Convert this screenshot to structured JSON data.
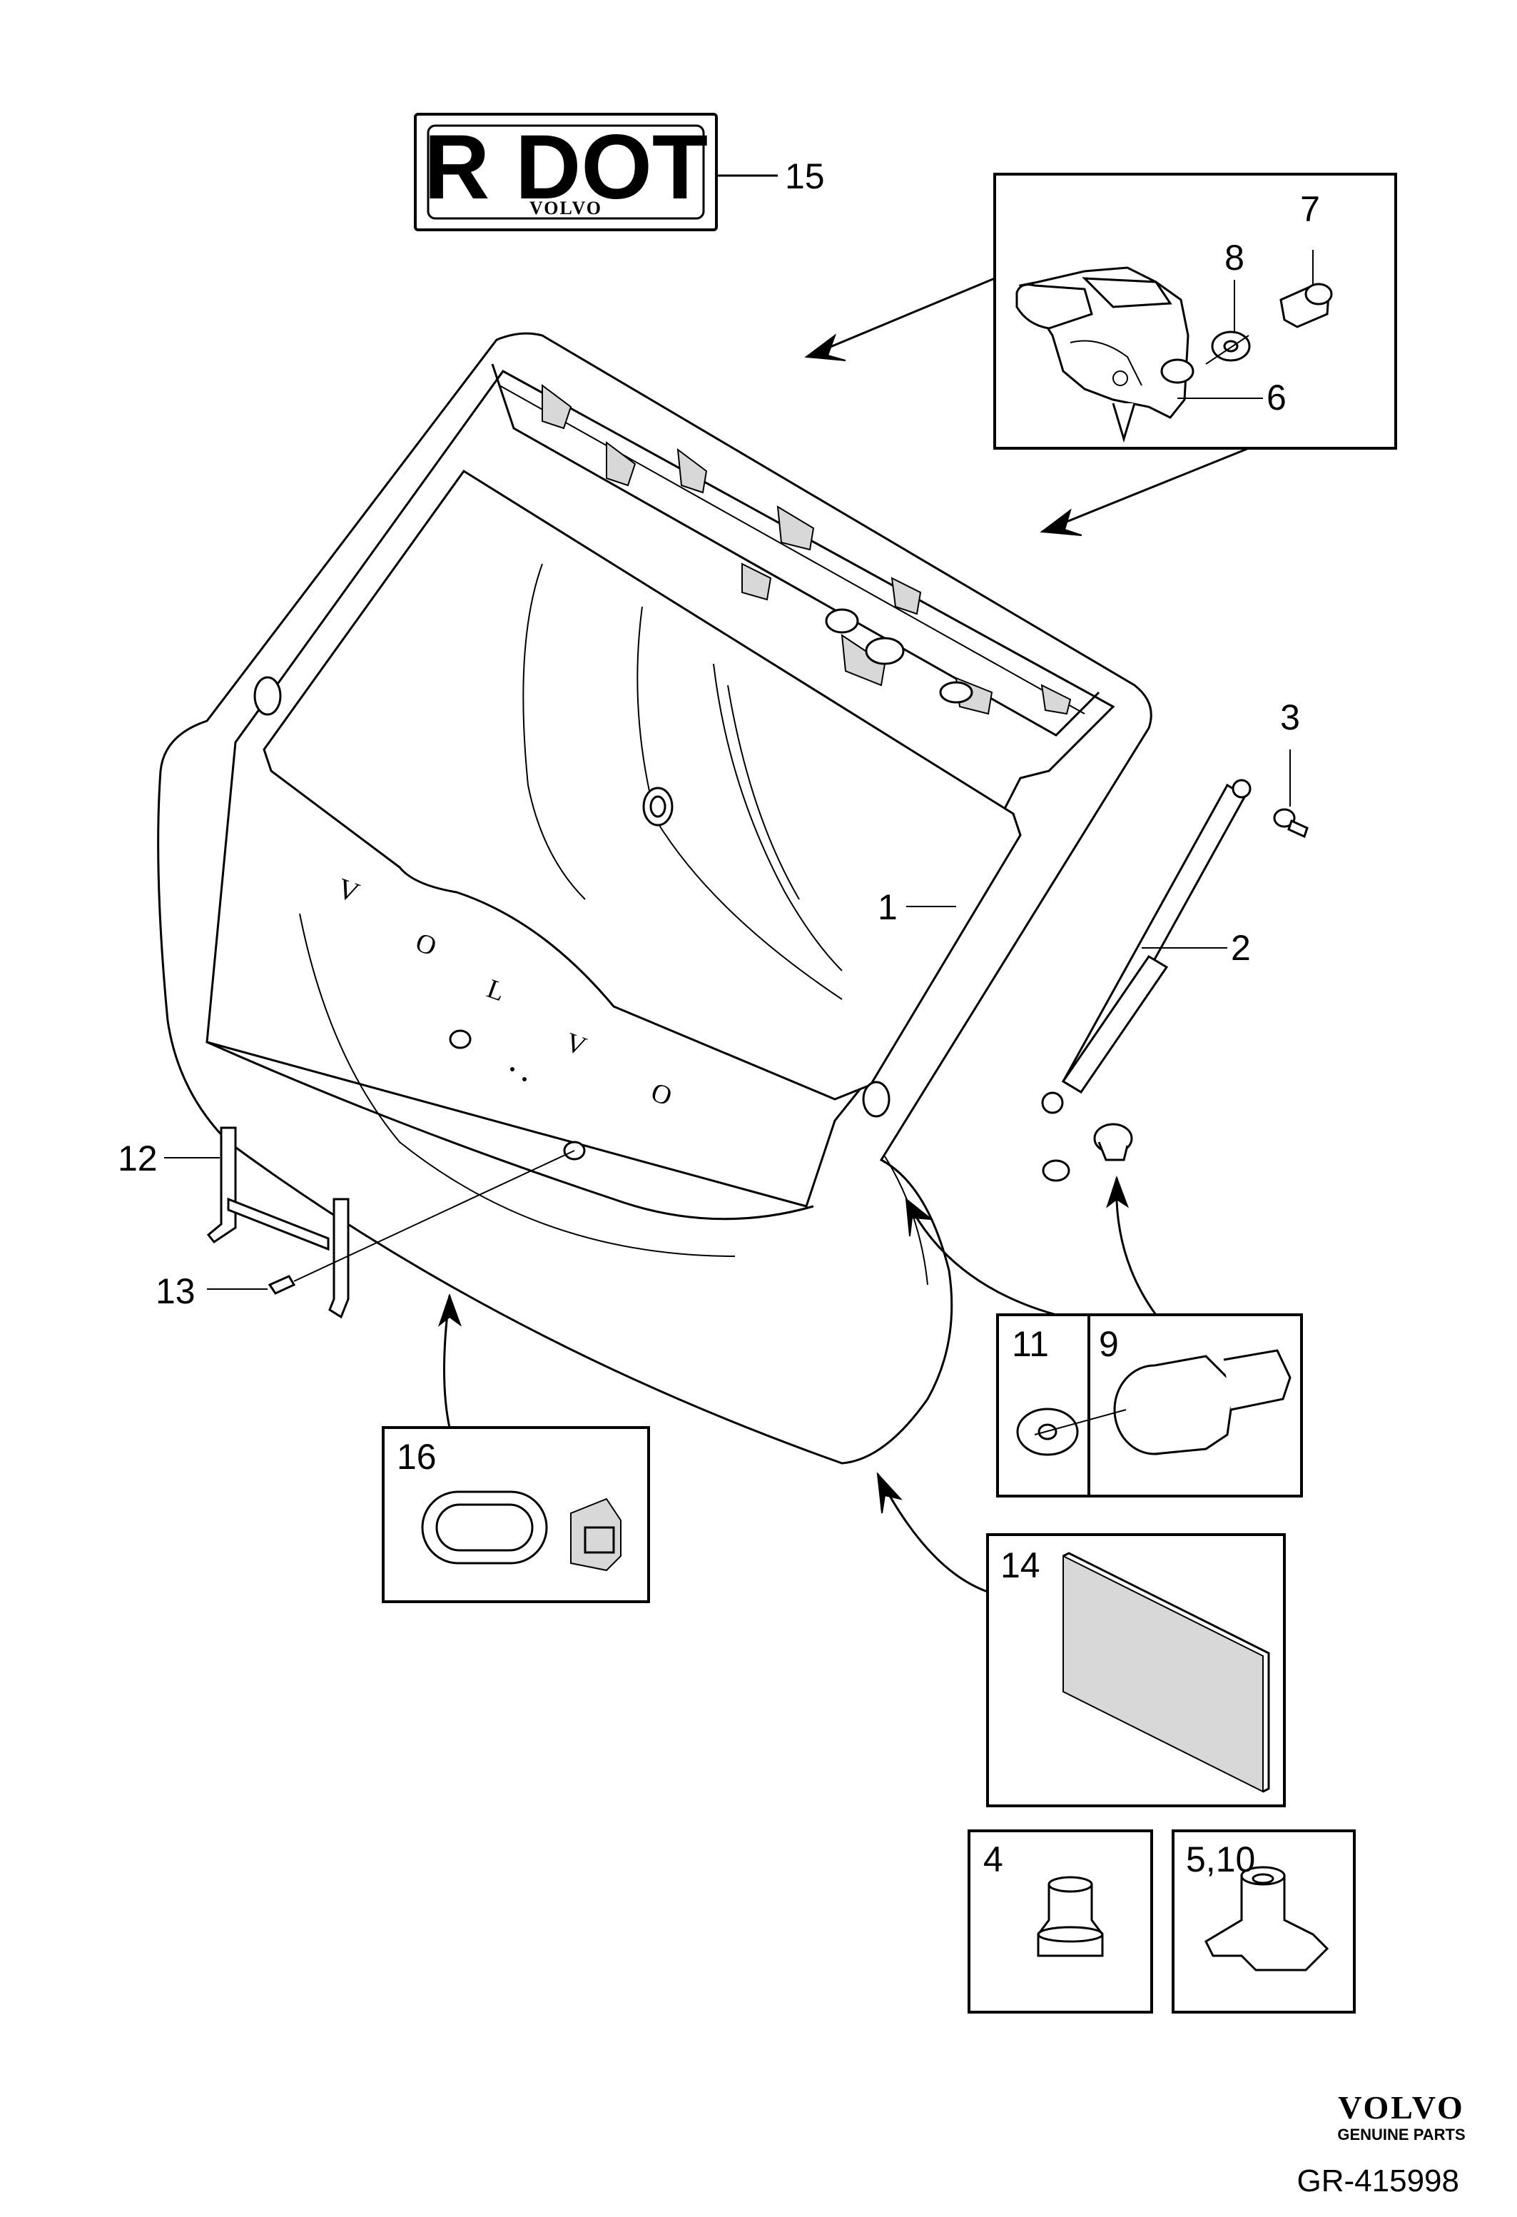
{
  "plate": {
    "main_text": "R DOT",
    "sub_text": "VOLVO"
  },
  "callouts": {
    "c1": "1",
    "c2": "2",
    "c3": "3",
    "c4": "4",
    "c510": "5,10",
    "c6": "6",
    "c7": "7",
    "c8": "8",
    "c9": "9",
    "c11": "11",
    "c12": "12",
    "c13": "13",
    "c14": "14",
    "c15": "15",
    "c16": "16"
  },
  "footer": {
    "brand": "VOLVO",
    "brand_sub": "GENUINE PARTS",
    "reference": "GR-415998"
  }
}
